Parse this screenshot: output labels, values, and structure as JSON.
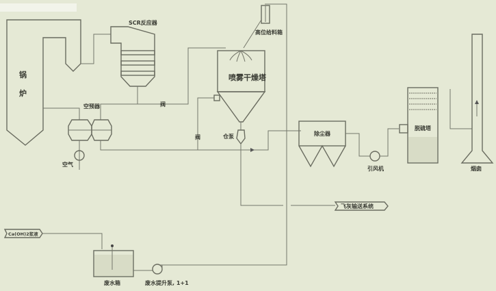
{
  "labels": {
    "boiler_1": "锅",
    "boiler_2": "炉",
    "scr": "SCR反应器",
    "air_preheater": "空预器",
    "air": "空气",
    "valve_1": "阀",
    "valve_2": "阀",
    "spray_dryer": "喷雾干燥塔",
    "feed_tank": "高位给料箱",
    "silo_pump": "仓泵",
    "dust_collector": "除尘器",
    "id_fan": "引风机",
    "desulfurization_tower": "脱硫塔",
    "chimney": "烟囱",
    "fly_ash_system": "飞灰输送系统",
    "lime_slurry": "Ca(OH)2浆液",
    "wastewater_tank": "废水箱",
    "wastewater_pump": "废水提升泵, 1+1"
  }
}
